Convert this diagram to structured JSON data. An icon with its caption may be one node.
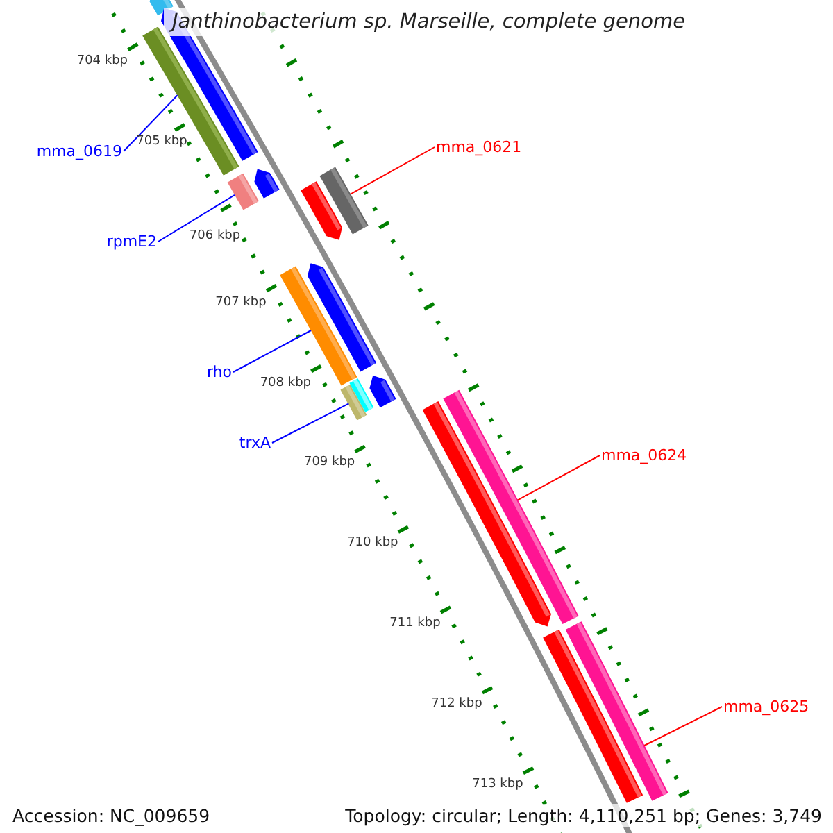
{
  "diagram": {
    "title": "Janthinobacterium sp. Marseille, complete genome",
    "nodes": [
      {
        "text": [
          "mma_0619"
        ]
      },
      {
        "text": [
          "mma_0621"
        ]
      },
      {
        "text": [
          "rpmE2"
        ]
      },
      {
        "text": [
          "rho"
        ]
      },
      {
        "text": [
          "trxA"
        ]
      },
      {
        "text": [
          "mma_0624"
        ]
      },
      {
        "text": [
          "mma_0625"
        ]
      },
      {
        "text": [],
        "shape": "arrow"
      },
      {
        "text": [],
        "shape": "arrow"
      },
      {
        "text": [],
        "shape": "bar"
      },
      {
        "text": [],
        "shape": "bar"
      },
      {
        "text": [],
        "shape": "arrow"
      },
      {
        "text": [],
        "shape": "bar"
      },
      {
        "text": [],
        "shape": "arrow"
      },
      {
        "text": [],
        "shape": "bar"
      },
      {
        "text": [],
        "shape": "arrow"
      },
      {
        "text": [],
        "shape": "bar"
      },
      {
        "text": [],
        "shape": "bar"
      },
      {
        "text": [],
        "shape": "arrow"
      },
      {
        "text": [],
        "shape": "arrow"
      },
      {
        "text": [],
        "shape": "bar"
      },
      {
        "text": [],
        "shape": "bar"
      },
      {
        "text": [],
        "shape": "bar"
      }
    ],
    "edges": [
      {
        "from": 0,
        "to": 9,
        "arrow": "none"
      },
      {
        "from": 1,
        "to": 12,
        "arrow": "none",
        "color": "#ff0000"
      },
      {
        "from": 2,
        "to": 10,
        "arrow": "none"
      },
      {
        "from": 3,
        "to": 14,
        "arrow": "none"
      },
      {
        "from": 4,
        "to": 16,
        "arrow": "none"
      },
      {
        "from": 5,
        "to": 20,
        "arrow": "none",
        "color": "#ff0000"
      },
      {
        "from": 6,
        "to": 22,
        "arrow": "none",
        "color": "#ff0000"
      }
    ],
    "labels": [
      "704 kbp",
      "705 kbp",
      "706 kbp",
      "707 kbp",
      "708 kbp",
      "709 kbp",
      "710 kbp",
      "711 kbp",
      "712 kbp",
      "713 kbp",
      "Accession: NC_009659",
      "Topology: circular; Length: 4,110,251 bp; Genes: 3,749"
    ]
  }
}
